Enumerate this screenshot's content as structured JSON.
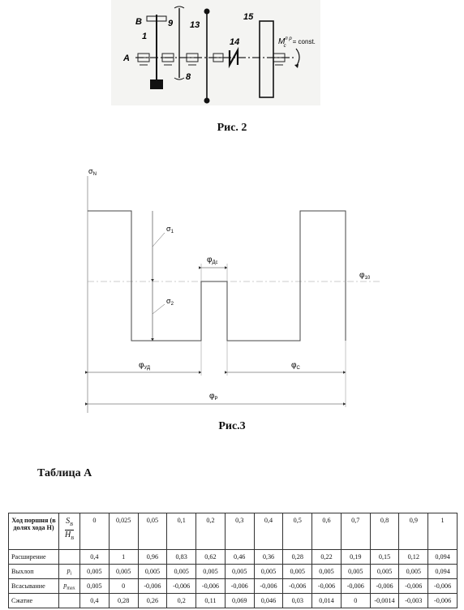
{
  "fig2": {
    "caption": "Рис. 2",
    "labels": {
      "b": "B",
      "one": "1",
      "nine": "9",
      "thirteen": "13",
      "fifteen": "15",
      "fourteen": "14",
      "a": "A",
      "eight": "8",
      "moment": "M",
      "moment_sup": "п р",
      "moment_sub": "с",
      "moment_tail": "= const."
    }
  },
  "fig3": {
    "caption": "Рис.3",
    "labels": {
      "sigma_n": "σ",
      "sigma_n_sub": "N",
      "sigma1": "σ",
      "sigma1_sub": "1",
      "sigma2": "σ",
      "sigma2_sub": "2",
      "phi_dc": "φ",
      "phi_dc_sub": "Дс",
      "phi_10": "φ",
      "phi_10_sub": "10",
      "phi_ud": "φ",
      "phi_ud_sub": "УД",
      "phi_c": "φ",
      "phi_c_sub": "С",
      "phi_p": "φ",
      "phi_p_sub": "Р"
    }
  },
  "table": {
    "title": "Таблица А",
    "header_label": "Ход поршня (в долях хода H)",
    "header_fraction": {
      "num": "S",
      "num_sub": "B",
      "den": "H",
      "den_sub": "B"
    },
    "columns": [
      "0",
      "0,025",
      "0,05",
      "0,1",
      "0,2",
      "0,3",
      "0,4",
      "0,5",
      "0,6",
      "0,7",
      "0,8",
      "0,9",
      "1"
    ],
    "rows": [
      {
        "label": "Расширение",
        "symbol": "",
        "values": [
          "",
          "0,4",
          "1",
          "0,96",
          "0,83",
          "0,62",
          "0,46",
          "0,36",
          "0,28",
          "0,22",
          "0,19",
          "0,15",
          "0,12",
          "0,094"
        ]
      },
      {
        "label": "Выхлоп",
        "symbol": "p",
        "symbol_sub": "i",
        "values": [
          "0,005",
          "0,005",
          "0,005",
          "0,005",
          "0,005",
          "0,005",
          "0,005",
          "0,005",
          "0,005",
          "0,005",
          "0,005",
          "0,005",
          "0,094"
        ]
      },
      {
        "label": "Всасывание",
        "symbol": "p",
        "symbol_sub": "max",
        "values": [
          "0,005",
          "0",
          "-0,006",
          "-0,006",
          "-0,006",
          "-0,006",
          "-0,006",
          "-0,006",
          "-0,006",
          "-0,006",
          "-0,006",
          "-0,006",
          "-0,006"
        ]
      },
      {
        "label": "Сжатие",
        "symbol": "",
        "values": [
          "",
          "0,4",
          "0,28",
          "0,26",
          "0,2",
          "0,11",
          "0,069",
          "0,046",
          "0,03",
          "0,014",
          "0",
          "-0,0014",
          "-0,003",
          "-0,006"
        ]
      }
    ]
  }
}
